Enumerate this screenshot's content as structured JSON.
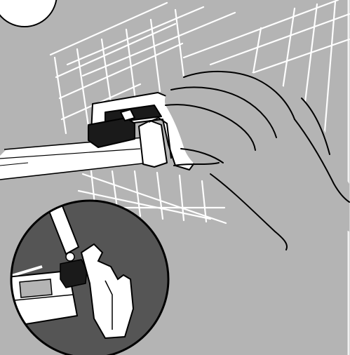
{
  "illustration": {
    "palette": {
      "background": "#b4b4b4",
      "line": "#000000",
      "white": "#ffffff",
      "dark_clip": "#1a1a1a",
      "inset_background": "#555555",
      "edge_border": "#f2f2f2"
    },
    "parts": [
      "wire-rack-grid",
      "horizontal-rail",
      "rail-clip",
      "hand",
      "detail-magnifier-inset",
      "step-badge"
    ]
  }
}
